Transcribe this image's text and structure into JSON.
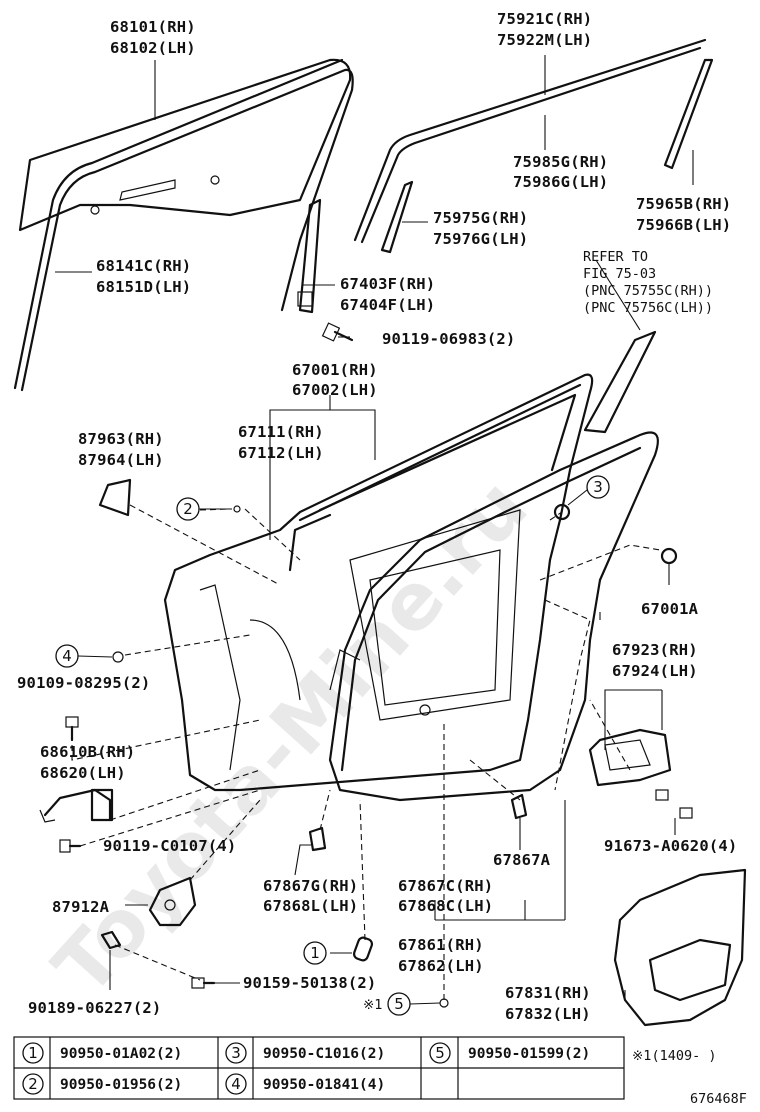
{
  "watermark": "Toyota-Mine.ru",
  "figure_id": "676468F",
  "refer": {
    "line1": "REFER TO",
    "line2": "FIG 75-03",
    "line3": "(PNC 75755C(RH))",
    "line4": "(PNC 75756C(LH))"
  },
  "labels": {
    "l68101": "68101(RH)",
    "l68102": "68102(LH)",
    "l75921": "75921C(RH)",
    "l75922": "75922M(LH)",
    "l75985": "75985G(RH)",
    "l75986": "75986G(LH)",
    "l75965": "75965B(RH)",
    "l75966": "75966B(LH)",
    "l75975": "75975G(RH)",
    "l75976": "75976G(LH)",
    "l68141": "68141C(RH)",
    "l68151": "68151D(LH)",
    "l67403": "67403F(RH)",
    "l67404": "67404F(LH)",
    "l90119a": "90119-06983(2)",
    "l67001": "67001(RH)",
    "l67002": "67002(LH)",
    "l67111": "67111(RH)",
    "l67112": "67112(LH)",
    "l87963": "87963(RH)",
    "l87964": "87964(LH)",
    "l67001a": "67001A",
    "l67923": "67923(RH)",
    "l67924": "67924(LH)",
    "l90109": "90109-08295(2)",
    "l68610": "68610B(RH)",
    "l68620": "68620(LH)",
    "l90119b": "90119-C0107(4)",
    "l91673": "91673-A0620(4)",
    "l67867a": "67867A",
    "l67867g": "67867G(RH)",
    "l67868l": "67868L(LH)",
    "l67867c": "67867C(RH)",
    "l67868c": "67868C(LH)",
    "l87912a": "87912A",
    "l67861": "67861(RH)",
    "l67862": "67862(LH)",
    "l90159": "90159-50138(2)",
    "l67831": "67831(RH)",
    "l67832": "67832(LH)",
    "l90189": "90189-06227(2)",
    "note_mark": "※1"
  },
  "callouts": [
    "1",
    "2",
    "3",
    "4",
    "5"
  ],
  "table": {
    "row1": [
      {
        "num": "1",
        "part": "90950-01A02(2)"
      },
      {
        "num": "3",
        "part": "90950-C1016(2)"
      },
      {
        "num": "5",
        "part": "90950-01599(2)"
      }
    ],
    "row2": [
      {
        "num": "2",
        "part": "90950-01956(2)"
      },
      {
        "num": "4",
        "part": "90950-01841(4)"
      }
    ],
    "note": "※1(1409-    )"
  }
}
